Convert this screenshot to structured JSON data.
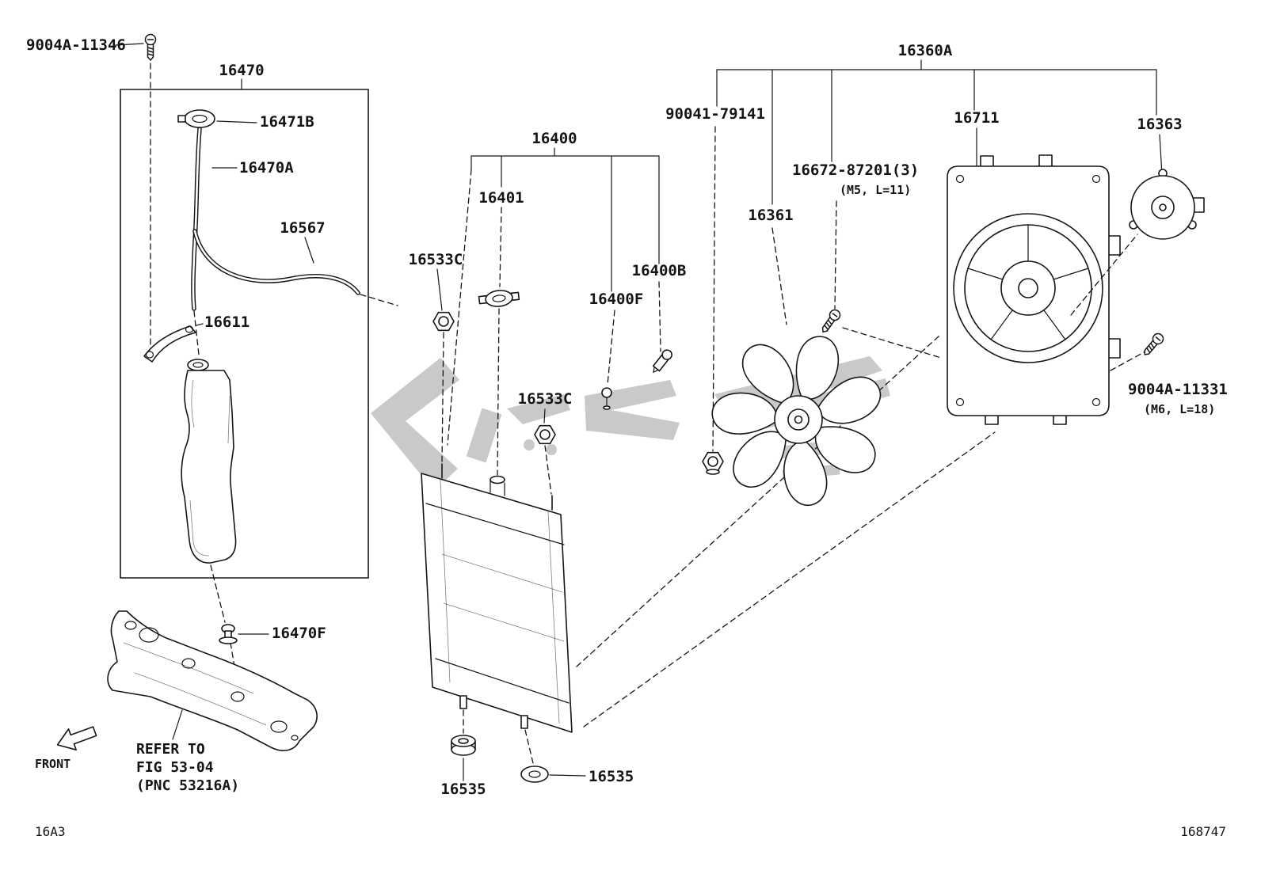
{
  "labels": {
    "bolt_9004a_11346": "9004A-11346",
    "box_16470": "16470",
    "cap_16471b": "16471B",
    "tube_16470a": "16470A",
    "hose_16567": "16567",
    "bracket_16611": "16611",
    "radiator_16400": "16400",
    "cap_16401": "16401",
    "nut_16533c_upper": "16533C",
    "nut_16533c_lower": "16533C",
    "plug_16400b": "16400B",
    "plug_16400f": "16400F",
    "fan_assy_16360a": "16360A",
    "nut_90041_79141": "90041-79141",
    "fan_16361": "16361",
    "screw_16672": "16672-87201(3)",
    "screw_16672_spec": "(M5, L=11)",
    "shroud_16711": "16711",
    "motor_16363": "16363",
    "bolt_9004a_11331": "9004A-11331",
    "bolt_9004a_11331_spec": "(M6, L=18)",
    "clip_16470f": "16470F",
    "grommet_16535_left": "16535",
    "grommet_16535_right": "16535"
  },
  "note": {
    "line1": "REFER TO",
    "line2": "FIG 53-04",
    "line3": "(PNC 53216A)"
  },
  "front_label": "FRONT",
  "footer": {
    "page_code": "16A3",
    "figure_number": "168747"
  }
}
